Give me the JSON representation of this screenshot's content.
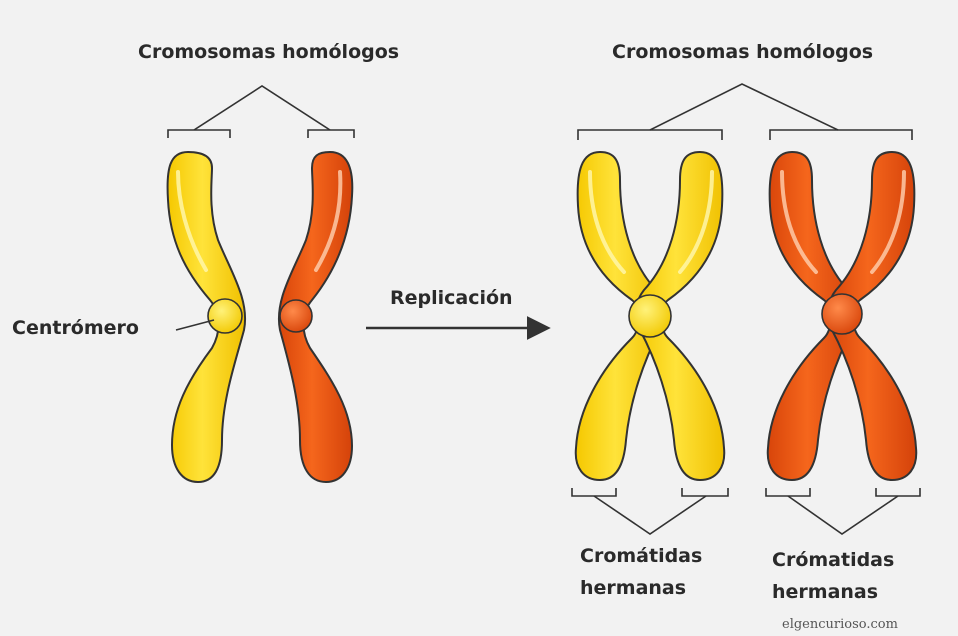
{
  "labels": {
    "left_title": "Cromosomas homólogos",
    "right_title": "Cromosomas homólogos",
    "centromere": "Centrómero",
    "replication": "Replicación",
    "sisters_left_line1": "Cromátidas",
    "sisters_left_line2": "hermanas",
    "sisters_right_line1": "Crómatidas",
    "sisters_right_line2": "hermanas",
    "watermark": "elgencurioso.com"
  },
  "colors": {
    "background": "#f2f2f2",
    "yellow_fill": "#f7d90f",
    "yellow_light": "#fff27a",
    "yellow_dark": "#d9b200",
    "orange_fill": "#ef5a16",
    "orange_light": "#ff8a4a",
    "orange_dark": "#c63f08",
    "outline": "#333333"
  }
}
